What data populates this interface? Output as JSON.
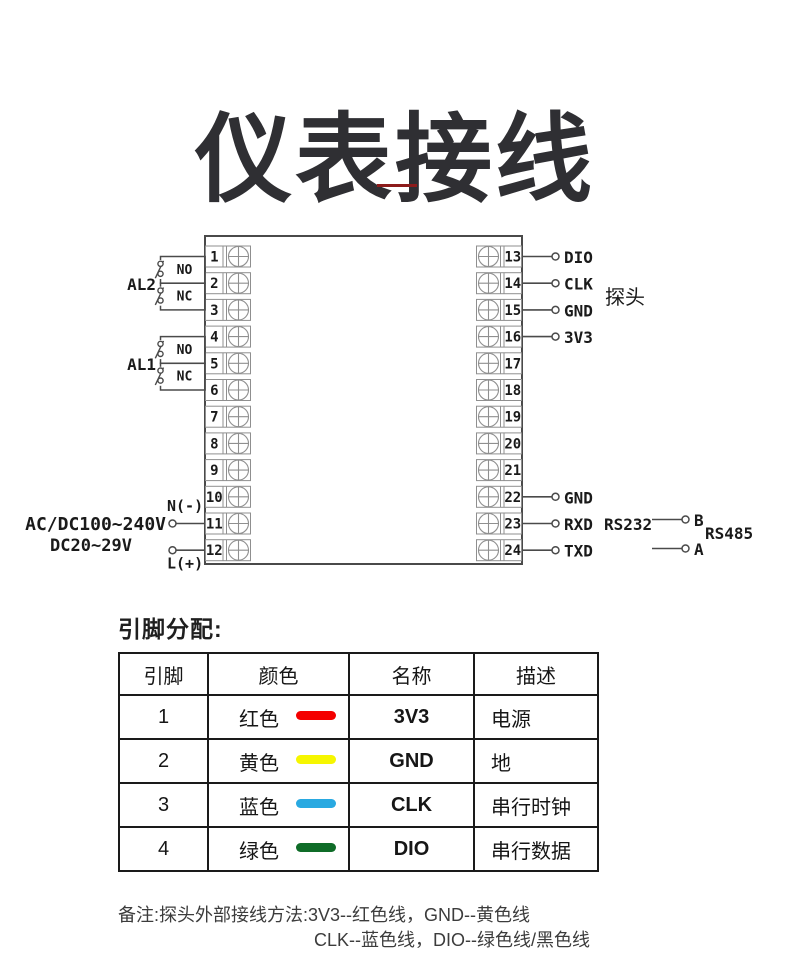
{
  "title": "仪表接线",
  "theme": {
    "underline_color": "#8c1b1b",
    "title_color": "#2f2f33"
  },
  "diagram": {
    "left_pins": [
      "1",
      "2",
      "3",
      "4",
      "5",
      "6",
      "7",
      "8",
      "9",
      "10",
      "11",
      "12"
    ],
    "right_pins": [
      "13",
      "14",
      "15",
      "16",
      "17",
      "18",
      "19",
      "20",
      "21",
      "22",
      "23",
      "24"
    ],
    "relays": {
      "al2": "AL2",
      "al1": "AL1",
      "no": "NO",
      "nc": "NC"
    },
    "power": {
      "neutral": "N(-)",
      "live": "L(+)",
      "range1": "AC/DC100~240V",
      "range2": "DC20~29V"
    },
    "probe": {
      "label": "探头",
      "pin13": "DIO",
      "pin14": "CLK",
      "pin15": "GND",
      "pin16": "3V3"
    },
    "comm": {
      "pin22": "GND",
      "pin23": "RXD",
      "rs232": "RS232",
      "pin24": "TXD",
      "b": "B",
      "a": "A",
      "rs485": "RS485"
    }
  },
  "pin_table": {
    "heading": "引脚分配:",
    "headers": [
      "引脚",
      "颜色",
      "名称",
      "描述"
    ],
    "rows": [
      {
        "pin": "1",
        "color_name": "红色",
        "color_hex": "#f40000",
        "name": "3V3",
        "desc": "电源"
      },
      {
        "pin": "2",
        "color_name": "黄色",
        "color_hex": "#f6f600",
        "name": "GND",
        "desc": "地"
      },
      {
        "pin": "3",
        "color_name": "蓝色",
        "color_hex": "#29a9e1",
        "name": "CLK",
        "desc": "串行时钟"
      },
      {
        "pin": "4",
        "color_name": "绿色",
        "color_hex": "#0f6c28",
        "name": "DIO",
        "desc": "串行数据"
      }
    ]
  },
  "note": {
    "line1": "备注:探头外部接线方法:3V3--红色线，GND--黄色线",
    "line2": "CLK--蓝色线，DIO--绿色线/黑色线"
  }
}
